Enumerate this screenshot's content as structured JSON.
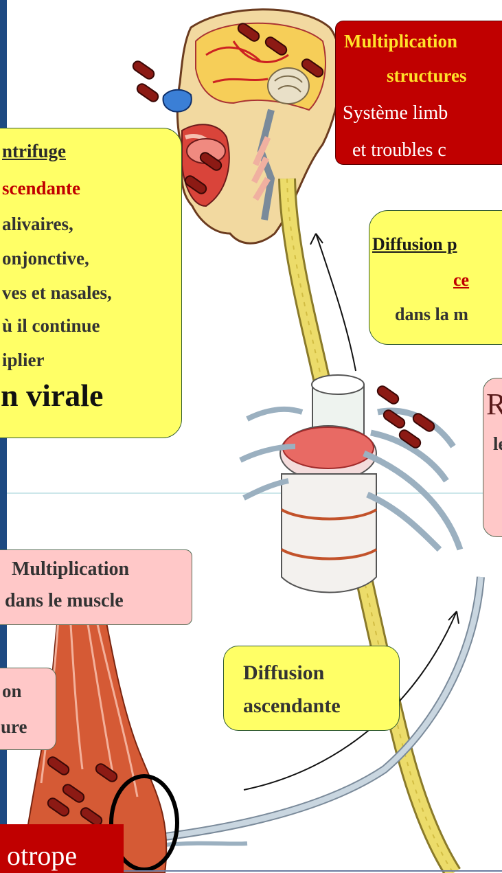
{
  "colors": {
    "yellow_box": "#ffff66",
    "pink_box": "#ffc8c8",
    "dark_red_box": "#c00000",
    "nerve_yellow": "#ecdc6a",
    "left_band": "#1e4a82"
  },
  "boxes": {
    "top_right_red": {
      "line1": "Multiplication",
      "line2": "structures",
      "line3": "Système limb",
      "line4": "et troubles c"
    },
    "top_left_yellow": {
      "line1": "ntrifuge",
      "line2": "scendante",
      "line3": "alivaires,",
      "line4": "onjonctive,",
      "line5": "ves et nasales,",
      "line6": "ù il continue",
      "line7": "iplier",
      "line8": "n virale"
    },
    "diffusion_right": {
      "line1": "Diffusion p",
      "line2": "ce",
      "line3": "dans la m"
    },
    "right_pink": {
      "line1": "R",
      "line2": "le"
    },
    "multiplication_muscle": {
      "line1": "Multiplication",
      "line2": "dans le muscle"
    },
    "left_small_pink": {
      "line1": "on",
      "line2": "ure"
    },
    "diffusion_ascendante": {
      "line1": "Diffusion",
      "line2": "ascendante"
    },
    "bottom_red": {
      "text": "otrope"
    }
  }
}
